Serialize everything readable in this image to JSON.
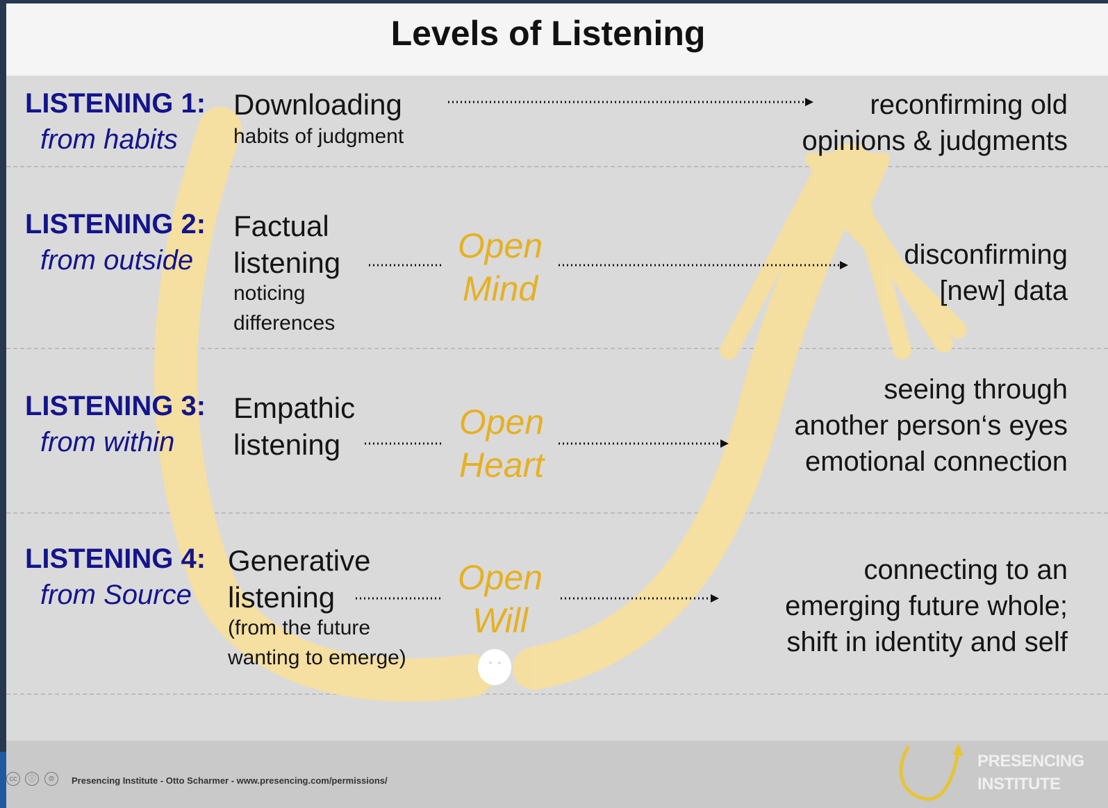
{
  "title": "Levels of Listening",
  "levels": [
    {
      "label": "LISTENING 1:",
      "source": "from habits",
      "mode": "Downloading",
      "sub": [
        "habits of judgment"
      ],
      "result": [
        "reconfirming old",
        "opinions & judgments"
      ]
    },
    {
      "label": "LISTENING 2:",
      "source": "from outside",
      "mode": [
        "Factual",
        "listening"
      ],
      "sub": [
        "noticing",
        "differences"
      ],
      "open": [
        "Open",
        "Mind"
      ],
      "result": [
        "disconfirming",
        "[new] data"
      ]
    },
    {
      "label": "LISTENING 3:",
      "source": "from within",
      "mode": [
        "Empathic",
        "listening"
      ],
      "open": [
        "Open",
        "Heart"
      ],
      "result": [
        "seeing through",
        "another person‘s eyes",
        "emotional connection"
      ]
    },
    {
      "label": "LISTENING 4:",
      "source": "from Source",
      "mode": [
        "Generative",
        "listening"
      ],
      "sub": [
        "(from the future",
        "wanting to emerge)"
      ],
      "open": [
        "Open",
        "Will"
      ],
      "result": [
        "connecting to an",
        "emerging future whole;",
        "shift in identity and self"
      ]
    }
  ],
  "footer": {
    "credit": "Presencing Institute - Otto Scharmer - www.presencing.com/permissions/",
    "license_icons": [
      "cc",
      "ⓘ",
      "⊜"
    ],
    "brand": [
      "PRESENCING",
      "INSTITUTE"
    ]
  },
  "colors": {
    "level_label": "#14148c",
    "open_text": "#e6b021",
    "u_arrow": "#f7df9c",
    "background": "#dadada"
  },
  "icons": [
    "u-arrow-icon",
    "presencing-logo-icon",
    "dot-face-icon"
  ]
}
